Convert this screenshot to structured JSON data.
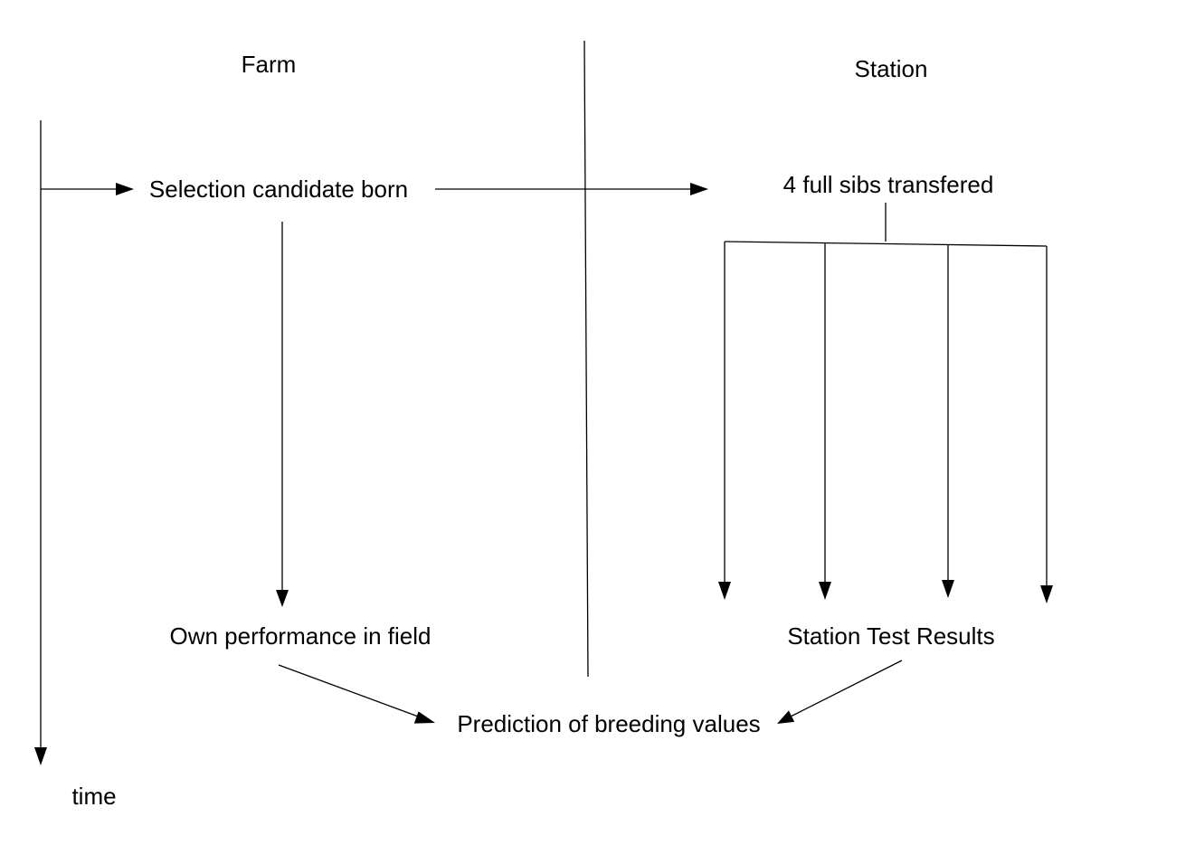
{
  "labels": {
    "farm": "Farm",
    "station": "Station",
    "candidate": "Selection candidate born",
    "sibs": "4 full sibs transfered",
    "own_perf": "Own performance in field",
    "station_results": "Station Test Results",
    "prediction": "Prediction of breeding values",
    "time": "time"
  }
}
